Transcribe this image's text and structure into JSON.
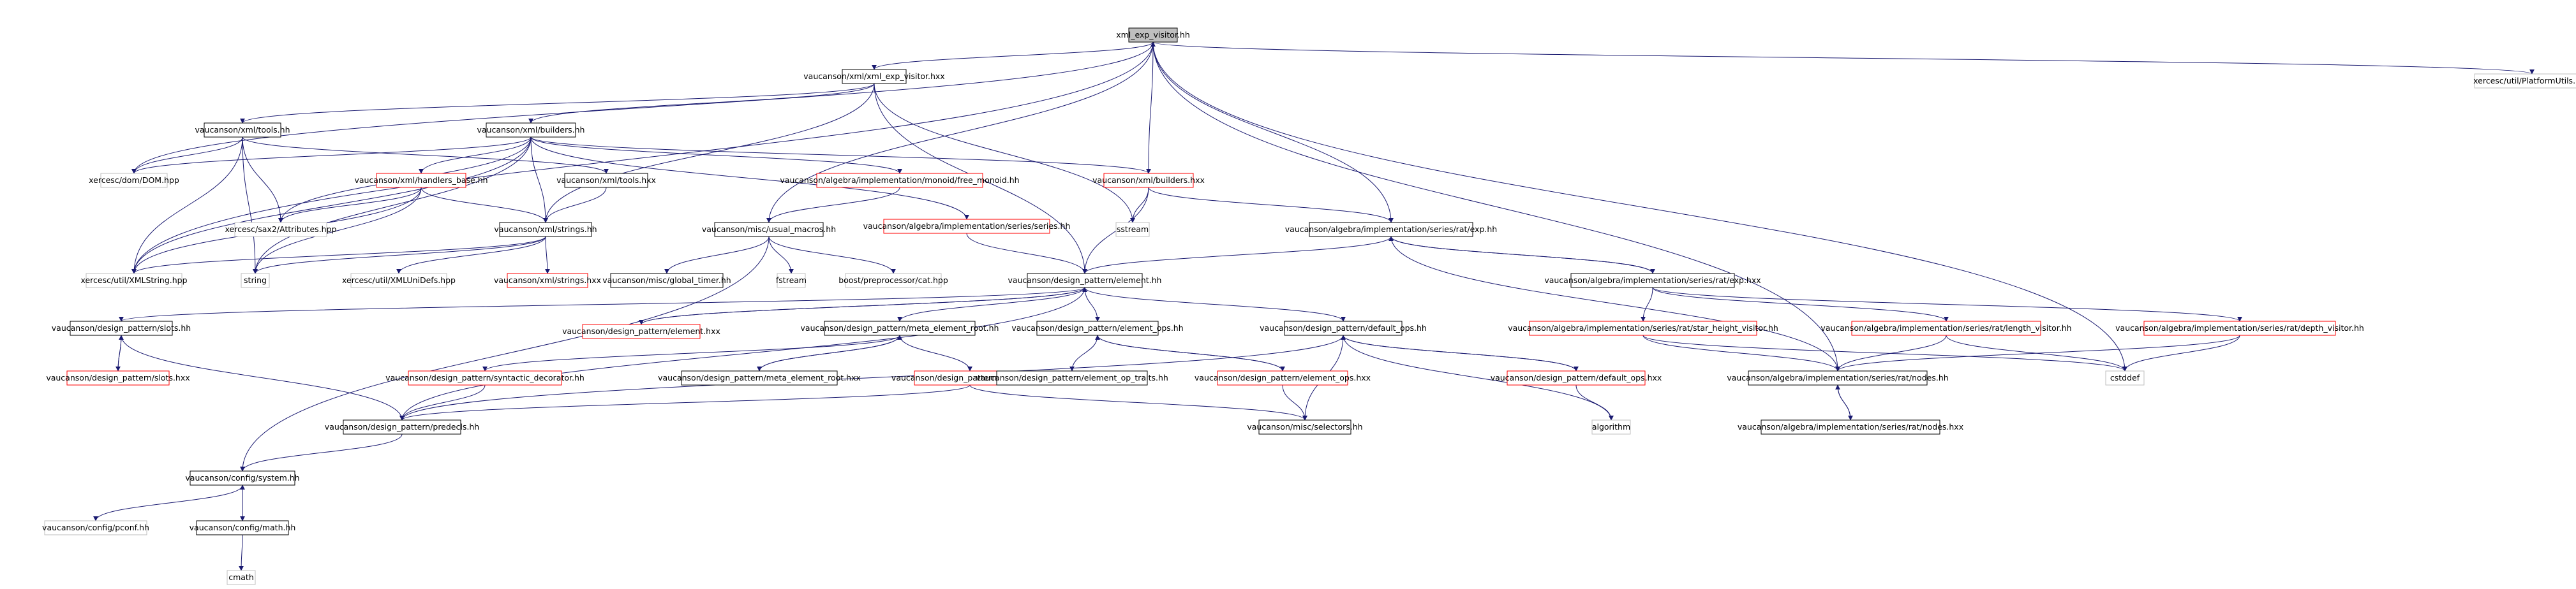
{
  "colors": {
    "root_fill": "#bfbfbf",
    "root_border": "#000000",
    "node_border": "#000000",
    "truncated_border": "#ff0000",
    "system_border": "#bfbfbf",
    "edge": "#191970",
    "background": "#ffffff"
  },
  "nodes": [
    {
      "id": "n0",
      "label": "xml_exp_visitor.hh",
      "kind": "root"
    },
    {
      "id": "n1",
      "label": "vaucanson/xml/xml_exp_visitor.hxx",
      "kind": "normal"
    },
    {
      "id": "n2",
      "label": "xercesc/util/PlatformUtils.hpp",
      "kind": "system"
    },
    {
      "id": "n3",
      "label": "vaucanson/xml/tools.hh",
      "kind": "normal"
    },
    {
      "id": "n4",
      "label": "vaucanson/xml/builders.hh",
      "kind": "normal"
    },
    {
      "id": "n5",
      "label": "xercesc/dom/DOM.hpp",
      "kind": "system"
    },
    {
      "id": "n6",
      "label": "vaucanson/xml/handlers_base.hh",
      "kind": "truncated"
    },
    {
      "id": "n7",
      "label": "vaucanson/xml/tools.hxx",
      "kind": "normal"
    },
    {
      "id": "n8",
      "label": "vaucanson/algebra/implementation/monoid/free_monoid.hh",
      "kind": "truncated"
    },
    {
      "id": "n9",
      "label": "vaucanson/algebra/implementation/series/series.hh",
      "kind": "truncated"
    },
    {
      "id": "n10",
      "label": "vaucanson/xml/builders.hxx",
      "kind": "truncated"
    },
    {
      "id": "n11",
      "label": "xercesc/sax2/Attributes.hpp",
      "kind": "system"
    },
    {
      "id": "n12",
      "label": "vaucanson/xml/strings.hh",
      "kind": "normal"
    },
    {
      "id": "n13",
      "label": "vaucanson/misc/usual_macros.hh",
      "kind": "normal"
    },
    {
      "id": "n14",
      "label": "sstream",
      "kind": "system"
    },
    {
      "id": "n15",
      "label": "vaucanson/algebra/implementation/series/rat/exp.hh",
      "kind": "normal"
    },
    {
      "id": "n16",
      "label": "xercesc/util/XMLString.hpp",
      "kind": "system"
    },
    {
      "id": "n17",
      "label": "string",
      "kind": "system"
    },
    {
      "id": "n18",
      "label": "xercesc/util/XMLUniDefs.hpp",
      "kind": "system"
    },
    {
      "id": "n19",
      "label": "vaucanson/xml/strings.hxx",
      "kind": "truncated"
    },
    {
      "id": "n20",
      "label": "vaucanson/misc/global_timer.hh",
      "kind": "normal"
    },
    {
      "id": "n21",
      "label": "fstream",
      "kind": "system"
    },
    {
      "id": "n22",
      "label": "boost/preprocessor/cat.hpp",
      "kind": "system"
    },
    {
      "id": "n23",
      "label": "vaucanson/algebra/implementation/series/rat/exp.hxx",
      "kind": "normal"
    },
    {
      "id": "n24",
      "label": "vaucanson/design_pattern/element.hh",
      "kind": "normal"
    },
    {
      "id": "n25",
      "label": "vaucanson/design_pattern/slots.hh",
      "kind": "normal"
    },
    {
      "id": "n26",
      "label": "vaucanson/design_pattern/element.hxx",
      "kind": "truncated"
    },
    {
      "id": "n27",
      "label": "vaucanson/design_pattern/meta_element_root.hh",
      "kind": "normal"
    },
    {
      "id": "n28",
      "label": "vaucanson/design_pattern/element_ops.hh",
      "kind": "normal"
    },
    {
      "id": "n29",
      "label": "vaucanson/design_pattern/default_ops.hh",
      "kind": "normal"
    },
    {
      "id": "n30",
      "label": "vaucanson/algebra/implementation/series/rat/star_height_visitor.hh",
      "kind": "truncated"
    },
    {
      "id": "n31",
      "label": "vaucanson/algebra/implementation/series/rat/length_visitor.hh",
      "kind": "truncated"
    },
    {
      "id": "n32",
      "label": "vaucanson/algebra/implementation/series/rat/depth_visitor.hh",
      "kind": "truncated"
    },
    {
      "id": "n33",
      "label": "vaucanson/design_pattern/slots.hxx",
      "kind": "truncated"
    },
    {
      "id": "n34",
      "label": "vaucanson/design_pattern/syntactic_decorator.hh",
      "kind": "truncated"
    },
    {
      "id": "n35",
      "label": "vaucanson/design_pattern/meta_element_root.hxx",
      "kind": "normal"
    },
    {
      "id": "n36",
      "label": "vaucanson/design_pattern/structure.hh",
      "kind": "truncated"
    },
    {
      "id": "n37",
      "label": "vaucanson/design_pattern/element_op_traits.hh",
      "kind": "normal"
    },
    {
      "id": "n38",
      "label": "vaucanson/design_pattern/element_ops.hxx",
      "kind": "truncated"
    },
    {
      "id": "n39",
      "label": "vaucanson/design_pattern/default_ops.hxx",
      "kind": "truncated"
    },
    {
      "id": "n40",
      "label": "vaucanson/algebra/implementation/series/rat/nodes.hh",
      "kind": "normal"
    },
    {
      "id": "n41",
      "label": "cstddef",
      "kind": "system"
    },
    {
      "id": "n42",
      "label": "vaucanson/design_pattern/predecls.hh",
      "kind": "normal"
    },
    {
      "id": "n43",
      "label": "vaucanson/misc/selectors.hh",
      "kind": "normal"
    },
    {
      "id": "n44",
      "label": "algorithm",
      "kind": "system"
    },
    {
      "id": "n45",
      "label": "vaucanson/algebra/implementation/series/rat/nodes.hxx",
      "kind": "normal"
    },
    {
      "id": "n46",
      "label": "vaucanson/config/system.hh",
      "kind": "normal"
    },
    {
      "id": "n47",
      "label": "vaucanson/config/pconf.hh",
      "kind": "system"
    },
    {
      "id": "n48",
      "label": "vaucanson/config/math.hh",
      "kind": "normal"
    },
    {
      "id": "n49",
      "label": "cmath",
      "kind": "system"
    }
  ],
  "edges": [
    [
      "n0",
      "n1"
    ],
    [
      "n0",
      "n2"
    ],
    [
      "n0",
      "n5"
    ],
    [
      "n0",
      "n15"
    ],
    [
      "n0",
      "n41"
    ],
    [
      "n0",
      "n16"
    ],
    [
      "n0",
      "n13"
    ],
    [
      "n0",
      "n40"
    ],
    [
      "n1",
      "n3"
    ],
    [
      "n1",
      "n4"
    ],
    [
      "n1",
      "n12"
    ],
    [
      "n1",
      "n14"
    ],
    [
      "n1",
      "n24"
    ],
    [
      "n3",
      "n5"
    ],
    [
      "n3",
      "n7"
    ],
    [
      "n3",
      "n11"
    ],
    [
      "n3",
      "n16"
    ],
    [
      "n3",
      "n17"
    ],
    [
      "n4",
      "n5"
    ],
    [
      "n4",
      "n6"
    ],
    [
      "n4",
      "n8"
    ],
    [
      "n4",
      "n9"
    ],
    [
      "n4",
      "n10"
    ],
    [
      "n4",
      "n12"
    ],
    [
      "n4",
      "n11"
    ],
    [
      "n4",
      "n16"
    ],
    [
      "n4",
      "n17"
    ],
    [
      "n6",
      "n11"
    ],
    [
      "n6",
      "n12"
    ],
    [
      "n6",
      "n16"
    ],
    [
      "n6",
      "n17"
    ],
    [
      "n7",
      "n12"
    ],
    [
      "n8",
      "n13"
    ],
    [
      "n9",
      "n24"
    ],
    [
      "n10",
      "n14"
    ],
    [
      "n10",
      "n15"
    ],
    [
      "n10",
      "n24"
    ],
    [
      "n10",
      "n0"
    ],
    [
      "n12",
      "n16"
    ],
    [
      "n12",
      "n17"
    ],
    [
      "n12",
      "n18"
    ],
    [
      "n12",
      "n19"
    ],
    [
      "n13",
      "n20"
    ],
    [
      "n13",
      "n21"
    ],
    [
      "n13",
      "n22"
    ],
    [
      "n13",
      "n46"
    ],
    [
      "n15",
      "n23"
    ],
    [
      "n15",
      "n24"
    ],
    [
      "n15",
      "n40"
    ],
    [
      "n23",
      "n15"
    ],
    [
      "n23",
      "n30"
    ],
    [
      "n23",
      "n31"
    ],
    [
      "n23",
      "n32"
    ],
    [
      "n24",
      "n25"
    ],
    [
      "n24",
      "n26"
    ],
    [
      "n24",
      "n27"
    ],
    [
      "n24",
      "n28"
    ],
    [
      "n24",
      "n29"
    ],
    [
      "n24",
      "n42"
    ],
    [
      "n25",
      "n33"
    ],
    [
      "n25",
      "n42"
    ],
    [
      "n26",
      "n24"
    ],
    [
      "n27",
      "n34"
    ],
    [
      "n27",
      "n35"
    ],
    [
      "n27",
      "n36"
    ],
    [
      "n28",
      "n37"
    ],
    [
      "n28",
      "n38"
    ],
    [
      "n29",
      "n39"
    ],
    [
      "n29",
      "n43"
    ],
    [
      "n29",
      "n42"
    ],
    [
      "n29",
      "n44"
    ],
    [
      "n30",
      "n40"
    ],
    [
      "n30",
      "n41"
    ],
    [
      "n31",
      "n40"
    ],
    [
      "n31",
      "n41"
    ],
    [
      "n32",
      "n40"
    ],
    [
      "n32",
      "n41"
    ],
    [
      "n33",
      "n25"
    ],
    [
      "n34",
      "n42"
    ],
    [
      "n35",
      "n27"
    ],
    [
      "n36",
      "n42"
    ],
    [
      "n36",
      "n43"
    ],
    [
      "n38",
      "n28"
    ],
    [
      "n38",
      "n43"
    ],
    [
      "n39",
      "n29"
    ],
    [
      "n39",
      "n44"
    ],
    [
      "n40",
      "n45"
    ],
    [
      "n45",
      "n40"
    ],
    [
      "n42",
      "n46"
    ],
    [
      "n46",
      "n47"
    ],
    [
      "n46",
      "n48"
    ],
    [
      "n48",
      "n46"
    ],
    [
      "n48",
      "n49"
    ]
  ]
}
